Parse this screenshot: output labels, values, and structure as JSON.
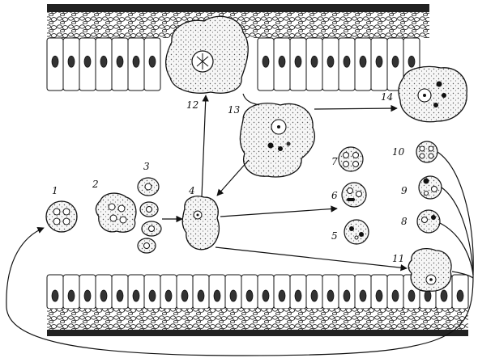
{
  "labels": {
    "l1": "1",
    "l2": "2",
    "l3": "3",
    "l4": "4",
    "l5": "5",
    "l6": "6",
    "l7": "7",
    "l8": "8",
    "l9": "9",
    "l10": "10",
    "l11": "11",
    "l12": "12",
    "l13": "13",
    "l14": "14"
  },
  "colors": {
    "ink": "#111111",
    "paper": "#ffffff",
    "cell": "#f2f2f2"
  }
}
